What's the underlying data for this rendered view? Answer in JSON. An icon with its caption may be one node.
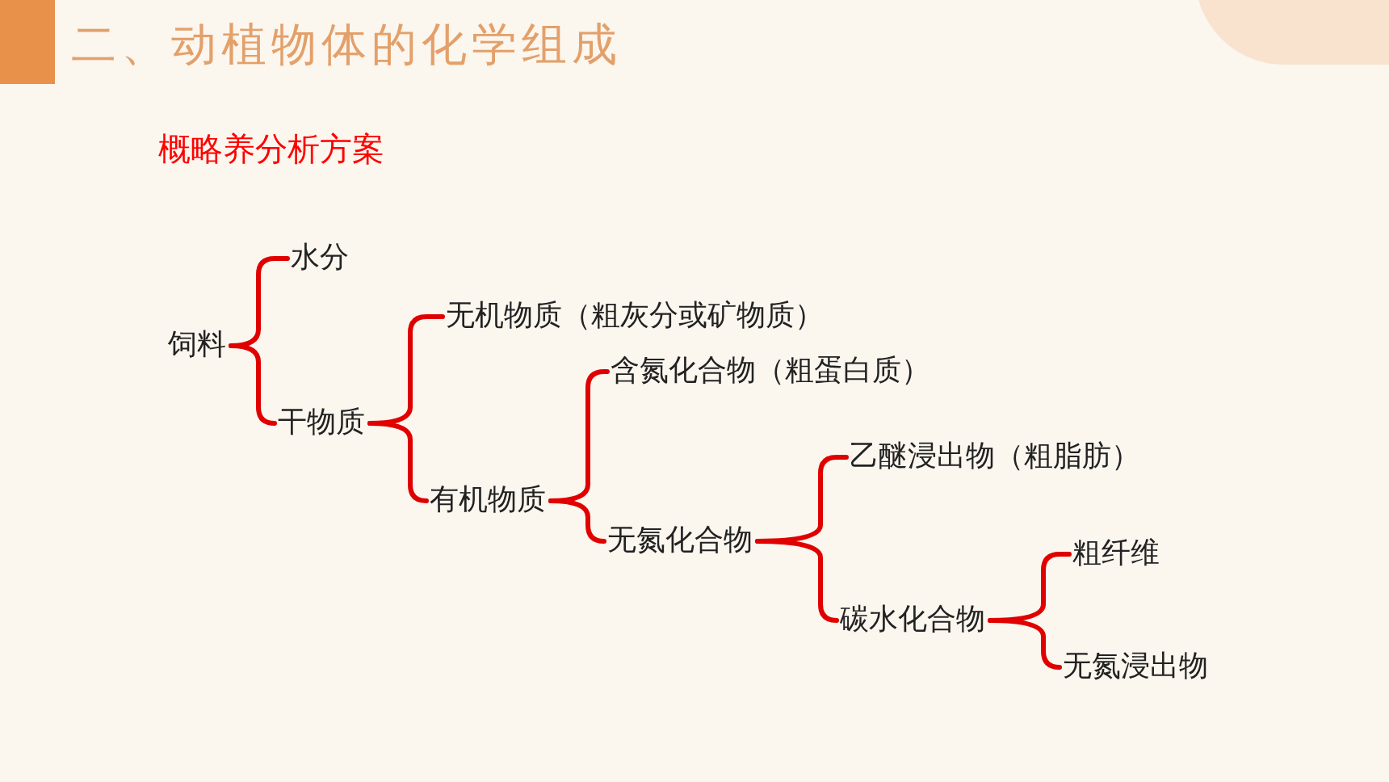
{
  "diagram": {
    "title": "二、动植物体的化学组成",
    "nodes": [
      {
        "text": [
          "饲料"
        ]
      },
      {
        "text": [
          "水分"
        ]
      },
      {
        "text": [
          "干物质"
        ]
      },
      {
        "text": [
          "无机物质（粗灰分或矿物质）"
        ]
      },
      {
        "text": [
          "有机物质"
        ]
      },
      {
        "text": [
          "含氮化合物（粗蛋白质）"
        ]
      },
      {
        "text": [
          "无氮化合物"
        ]
      },
      {
        "text": [
          "乙醚浸出物（粗脂肪）"
        ]
      },
      {
        "text": [
          "碳水化合物"
        ]
      },
      {
        "text": [
          "粗纤维"
        ]
      },
      {
        "text": [
          "无氮浸出物"
        ]
      }
    ],
    "edges": [
      {
        "from": 0,
        "to": 1,
        "arrow": "none"
      },
      {
        "from": 0,
        "to": 2,
        "arrow": "none"
      },
      {
        "from": 2,
        "to": 3,
        "arrow": "none"
      },
      {
        "from": 2,
        "to": 4,
        "arrow": "none"
      },
      {
        "from": 4,
        "to": 5,
        "arrow": "none"
      },
      {
        "from": 4,
        "to": 6,
        "arrow": "none"
      },
      {
        "from": 6,
        "to": 7,
        "arrow": "none"
      },
      {
        "from": 6,
        "to": 8,
        "arrow": "none"
      },
      {
        "from": 8,
        "to": 9,
        "arrow": "none"
      },
      {
        "from": 8,
        "to": 10,
        "arrow": "none"
      }
    ],
    "labels": [
      "概略养分析方案"
    ]
  }
}
